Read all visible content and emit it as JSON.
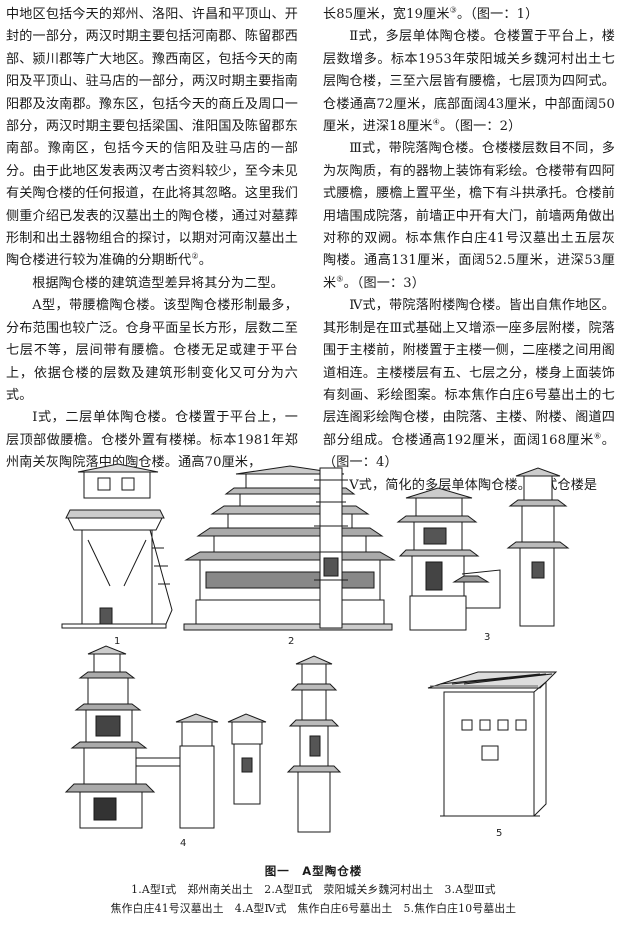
{
  "left_column": {
    "p1": "中地区包括今天的郑州、洛阳、许昌和平顶山、开封的一部分，两汉时期主要包括河南郡、陈留郡西部、颍川郡等广大地区。豫西南区，包括今天的南阳及平顶山、驻马店的一部分，两汉时期主要指南阳郡及汝南郡。豫东区，包括今天的商丘及周口一部分，两汉时期主要包括梁国、淮阳国及陈留郡东南部。豫南区，包括今天的信阳及驻马店的一部分。由于此地区发表两汉考古资料较少，至今未见有关陶仓楼的任何报道，在此将其忽略。这里我们侧重介绍已发表的汉墓出土的陶仓楼，通过对墓葬形制和出土器物组合的探讨，以期对河南汉墓出土陶仓楼进行较为准确的分期断代",
    "p1_note": "②",
    "p1_end": "。",
    "p2": "根据陶仓楼的建筑造型差异将其分为二型。",
    "p3": "A型，带腰檐陶仓楼。该型陶仓楼形制最多，分布范围也较广泛。仓身平面呈长方形，层数二至七层不等，层间带有腰檐。仓楼无足或建于平台上，依据仓楼的层数及建筑形制变化又可分为六式。",
    "p4": "Ⅰ式，二层单体陶仓楼。仓楼置于平台上，一层顶部做腰檐。仓楼外置有楼梯。标本1981年郑州南关灰陶院落中的陶仓楼。通高70厘米，"
  },
  "right_column": {
    "p1": "长85厘米，宽19厘米",
    "p1_note": "③",
    "p1_end": "。（图一：1）",
    "p2": "Ⅱ式，多层单体陶仓楼。仓楼置于平台上，楼层数增多。标本1953年荥阳城关乡魏河村出土七层陶仓楼，三至六层皆有腰檐，七层顶为四阿式。仓楼通高72厘米，底部面阔43厘米，中部面阔50厘米，进深18厘米",
    "p2_note": "④",
    "p2_end": "。（图一：2）",
    "p3": "Ⅲ式，带院落陶仓楼。仓楼楼层数目不同，多为灰陶质，有的器物上装饰有彩绘。仓楼带有四阿式腰檐，腰檐上置平坐，檐下有斗拱承托。仓楼前用墙围成院落，前墙正中开有大门，前墙两角做出对称的双阙。标本焦作白庄41号汉墓出土五层灰陶楼。通高131厘米，面阔52.5厘米，进深53厘米",
    "p3_note": "⑤",
    "p3_end": "。（图一：3）",
    "p4": "Ⅳ式，带院落附楼陶仓楼。皆出自焦作地区。其形制是在Ⅲ式基础上又增添一座多层附楼，院落围于主楼前，附楼置于主楼一侧，二座楼之间用阁道相连。主楼楼层有五、七层之分，楼身上面装饰有刻画、彩绘图案。标本焦作白庄6号墓出土的七层连阁彩绘陶仓楼，由院落、主楼、附楼、阁道四部分组成。仓楼通高192厘米，面阔168厘米",
    "p4_note": "⑥",
    "p4_end": "。（图一：4）",
    "p5": "Ⅴ式，简化的多层单体陶仓楼。此式仓楼是"
  },
  "figure": {
    "numbers": [
      "1",
      "2",
      "3",
      "4",
      "5"
    ],
    "caption_title": "图一　A型陶仓楼",
    "caption_line1": "1.A型Ⅰ式　郑州南关出土　2.A型Ⅱ式　荥阳城关乡魏河村出土　3.A型Ⅲ式",
    "caption_line2": "焦作白庄41号汉墓出土　4.A型Ⅳ式　焦作白庄6号墓出土　5.焦作白庄10号墓出土"
  }
}
